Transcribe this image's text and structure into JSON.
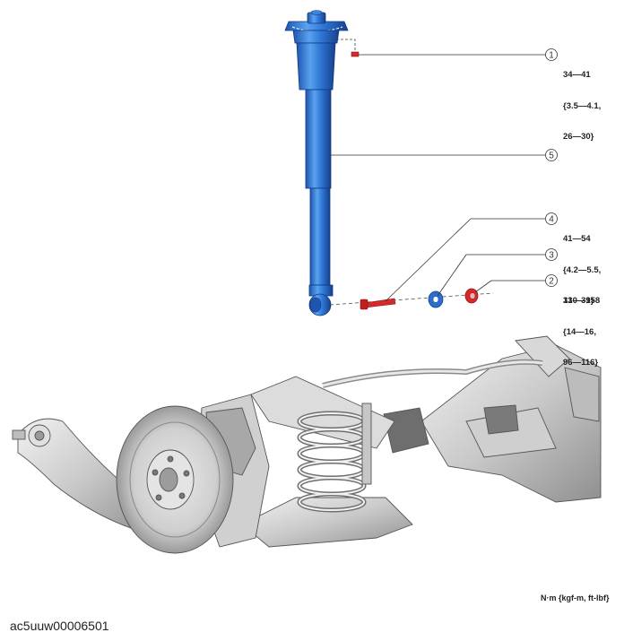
{
  "callouts": [
    {
      "number": "1",
      "torque_lines": [
        "34—41",
        "{3.5—4.1,",
        "26—30}"
      ]
    },
    {
      "number": "2",
      "torque_lines": [
        "130—158",
        "{14—16,",
        "96—116}"
      ]
    },
    {
      "number": "3",
      "torque_lines": []
    },
    {
      "number": "4",
      "torque_lines": [
        "41—54",
        "{4.2—5.5,",
        "31—39}"
      ]
    },
    {
      "number": "5",
      "torque_lines": []
    }
  ],
  "unit_note": "N·m {kgf-m, ft-lbf}",
  "image_id": "ac5uuw00006501",
  "colors": {
    "shock_absorber": "#2f78d6",
    "fastener_red": "#d42a2a",
    "washer_blue": "#2a6fd0",
    "suspension_gray": "#bdbdbd"
  },
  "icons": [
    "shock-absorber-icon",
    "bolt-icon",
    "nut-icon",
    "washer-icon",
    "suspension-assembly-icon"
  ]
}
